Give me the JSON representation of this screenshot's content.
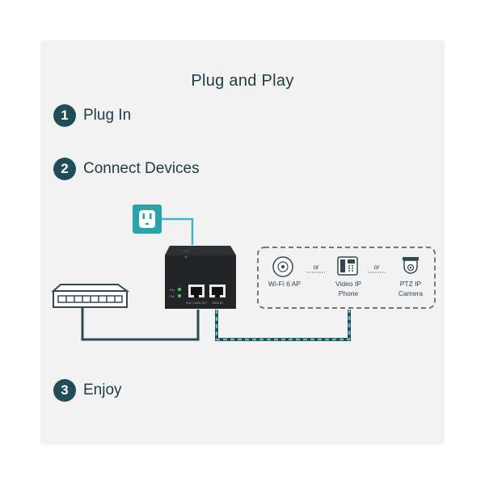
{
  "title": "Plug and Play",
  "steps": [
    {
      "number": "1",
      "label": "Plug In"
    },
    {
      "number": "2",
      "label": "Connect Devices"
    },
    {
      "number": "3",
      "label": "Enjoy"
    }
  ],
  "injector": {
    "port_out_label": "PoE+ DATA OUT",
    "port_in_label": "DATA IN",
    "led_1": "Pwr",
    "led_2": "PoE"
  },
  "devices": [
    {
      "name": "Wi-Fi 6 AP",
      "icon": "access-point-icon"
    },
    {
      "name": "Video IP Phone",
      "line1": "Video IP",
      "line2": "Phone",
      "icon": "ip-phone-icon"
    },
    {
      "name": "PTZ IP Camera",
      "line1": "PTZ IP",
      "line2": "Camera",
      "icon": "ptz-camera-icon"
    }
  ],
  "separator": "or",
  "colors": {
    "panel": "#f2f2f2",
    "accent_teal": "#2aa3a8",
    "dark_teal": "#1f4e56",
    "cable_dark": "#2f4a4f",
    "cable_light": "#4fc3cf"
  }
}
